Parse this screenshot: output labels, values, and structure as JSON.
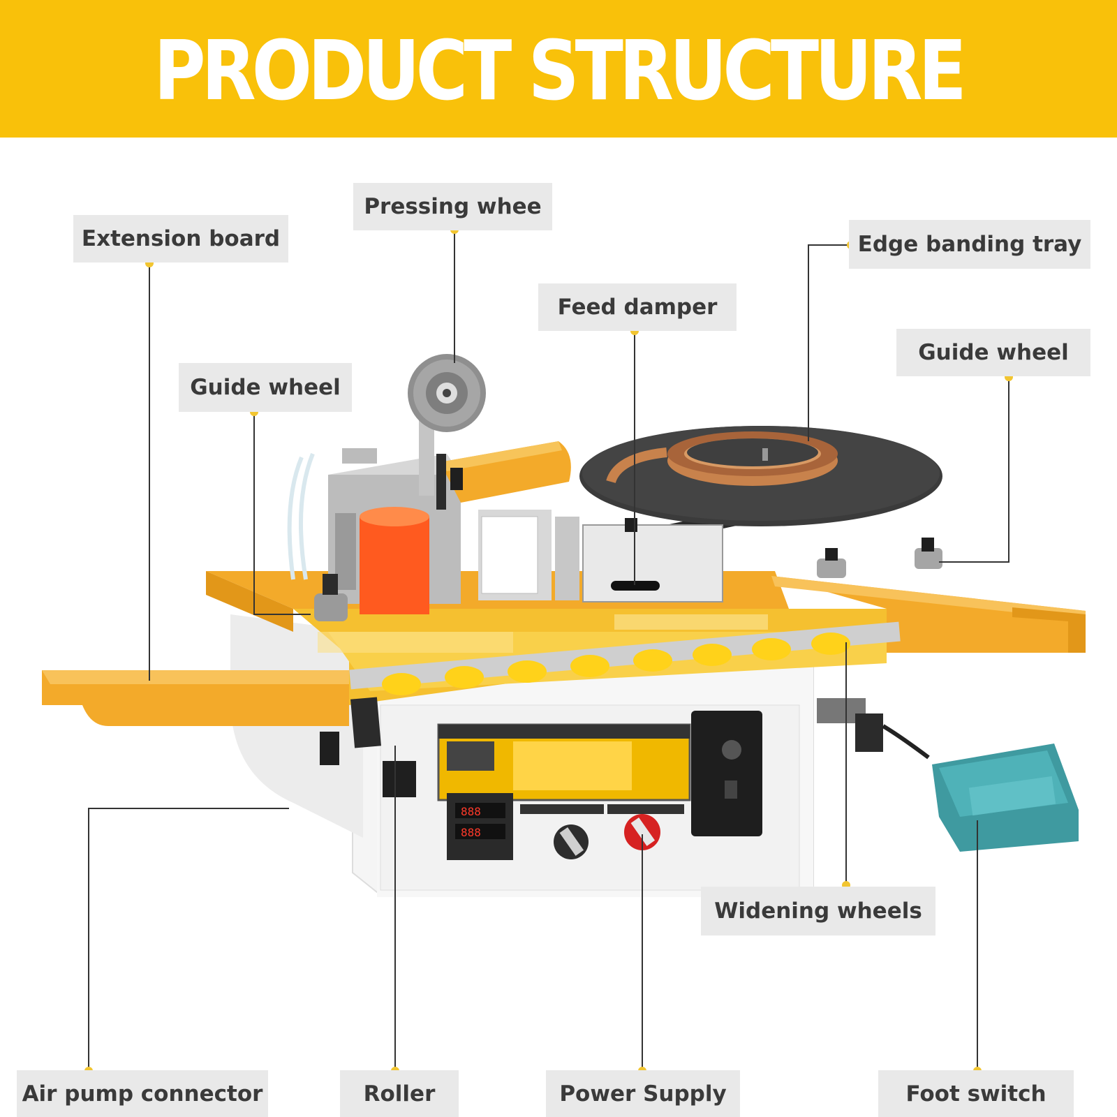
{
  "header": {
    "title": "PRODUCT STRUCTURE"
  },
  "labels": {
    "extension_board": "Extension board",
    "pressing_wheel": "Pressing whee",
    "edge_banding_tray": "Edge banding tray",
    "feed_damper": "Feed damper",
    "guide_wheel_left": "Guide wheel",
    "guide_wheel_right": "Guide wheel",
    "widening_wheels": "Widening wheels",
    "air_pump_connector": "Air pump connector",
    "roller": "Roller",
    "power_supply": "Power Supply",
    "foot_switch": "Foot switch"
  },
  "colors": {
    "banner": "#f9c10a",
    "banner_text": "#ffffff",
    "label_bg": "#e9e9e9",
    "label_text": "#3a3a3a",
    "callout_dot": "#f2c530",
    "leader_line": "#333333",
    "machine_body": "#f5f5f5",
    "table_orange": "#f3aa2a",
    "rollers": "#ffd21a",
    "tray": "#3b3b3b",
    "edge_band": "#c8824c",
    "foot_pedal": "#3f9aa0"
  }
}
